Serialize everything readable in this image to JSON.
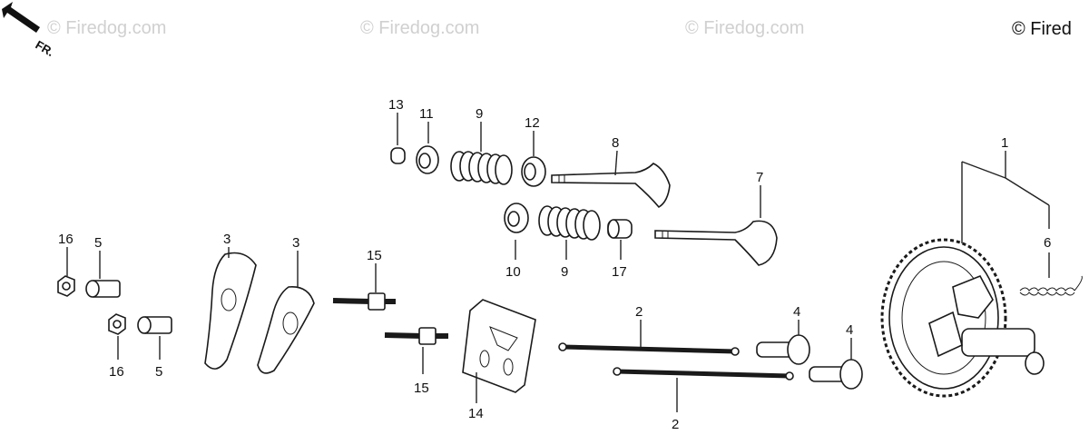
{
  "watermarks": [
    "© Firedog.com",
    "© Firedog.com",
    "© Firedog.com"
  ],
  "copyright": "© Fired",
  "direction_label": "FR.",
  "callouts": [
    "1",
    "2",
    "2",
    "3",
    "3",
    "4",
    "4",
    "5",
    "5",
    "6",
    "7",
    "8",
    "9",
    "9",
    "10",
    "11",
    "12",
    "13",
    "14",
    "15",
    "15",
    "16",
    "16",
    "17"
  ]
}
